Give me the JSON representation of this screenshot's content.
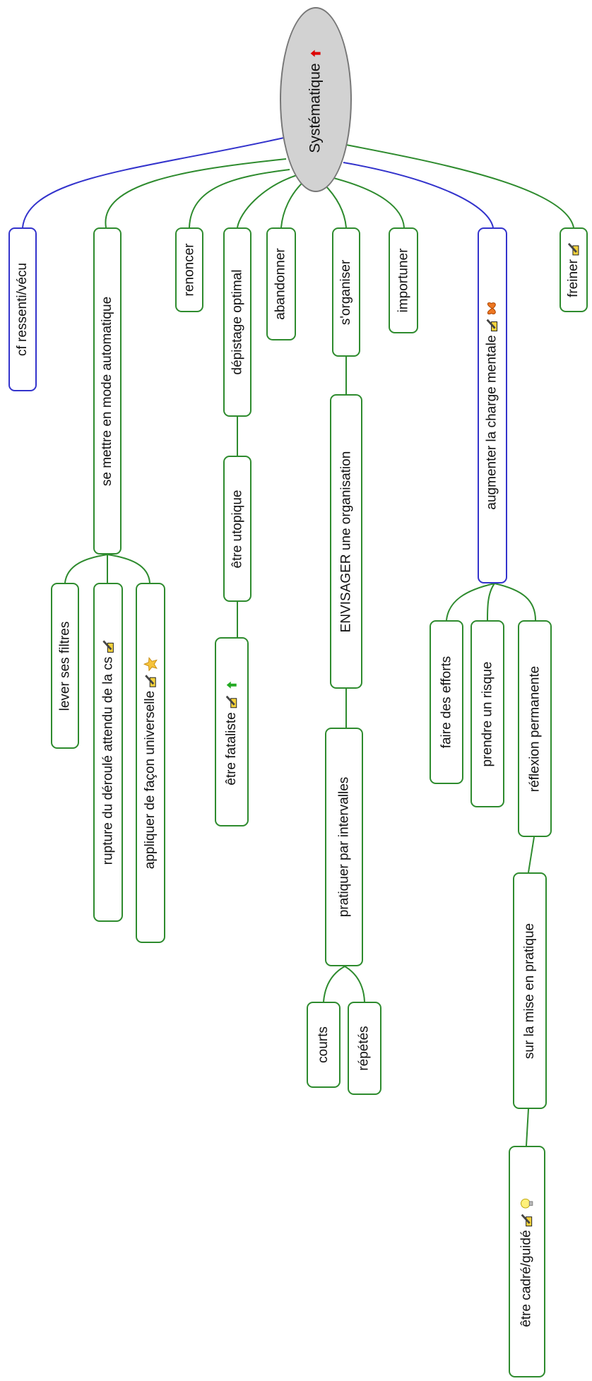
{
  "root": {
    "label": "Systématique"
  },
  "nodes": {
    "cf_ressenti": "cf ressenti/vécu",
    "se_mettre": "se mettre en mode automatique",
    "lever": "lever ses filtres",
    "rupture": "rupture du déroulé attendu de la cs",
    "appliquer": "appliquer de façon universelle",
    "renoncer": "renoncer",
    "depistage": "dépistage optimal",
    "utopique": "être utopique",
    "fataliste": "être fataliste",
    "abandonner": "abandonner",
    "organiser": "s'organiser",
    "envisager": "ENVISAGER une organisation",
    "pratiquer": "pratiquer par intervalles",
    "courts": "courts",
    "repetes": "répétés",
    "importuner": "importuner",
    "augmenter": "augmenter la charge mentale",
    "efforts": "faire des efforts",
    "risque": "prendre un risque",
    "reflexion": "réflexion permanente",
    "mise": "sur la mise en pratique",
    "cadre": "être cadré/guidé",
    "freiner": "freiner"
  },
  "colors": {
    "green_link": "#2e8b2e",
    "blue_link": "#3333cc",
    "root_fill": "#d2d2d2",
    "arrow_red": "#dd0000",
    "arrow_green": "#22aa22"
  },
  "icons": {
    "root": [
      "red-up-arrow-icon"
    ],
    "rupture": [
      "pen-paper-icon"
    ],
    "appliquer": [
      "pen-paper-icon",
      "star-icon"
    ],
    "fataliste": [
      "pen-paper-icon",
      "green-up-arrow-icon"
    ],
    "augmenter": [
      "pen-paper-icon",
      "butterfly-icon"
    ],
    "cadre": [
      "pen-paper-icon",
      "lightbulb-icon"
    ],
    "freiner": [
      "pen-paper-icon"
    ]
  }
}
